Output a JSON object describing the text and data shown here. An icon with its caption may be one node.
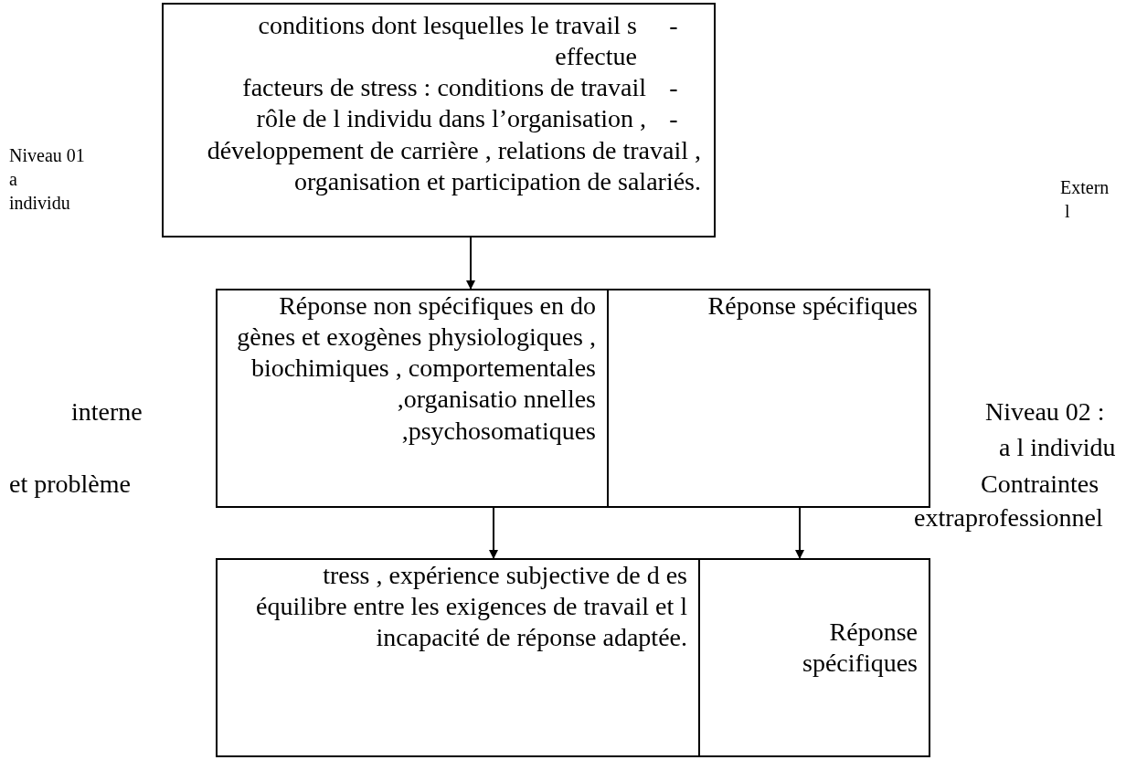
{
  "diagram": {
    "nodes": [
      {
        "text": [
          "conditions dont lesquelles le travail s effectue",
          "-",
          "facteurs de stress : conditions de travail",
          "-",
          "rôle de l individu dans l’organisation ,",
          "-",
          "développement de carrière , relations de travail , organisation et participation de salariés."
        ]
      },
      {
        "text": [
          "Réponse non spécifiques en do gènes et exogènes physiologiques , biochimiques , comportementales ,organisatio nnelles ,psychosomatiques"
        ]
      },
      {
        "text": [
          "Réponse spécifiques"
        ]
      },
      {
        "text": [
          "tress , expérience subjective de d es équilibre entre les exigences de travail et l incapacité de réponse adaptée."
        ]
      },
      {
        "text": [
          "Réponse spécifiques"
        ]
      }
    ],
    "edges": [
      {
        "from": 0,
        "to": 1,
        "arrow": "to"
      },
      {
        "from": 1,
        "to": 3,
        "arrow": "to"
      },
      {
        "from": 2,
        "to": 4,
        "arrow": "to"
      }
    ],
    "labels": [
      "Niveau 01",
      "a",
      "individu",
      "Extern",
      "l",
      "interne",
      "et problème",
      "Niveau 02 :",
      "a l individu",
      "Contraintes",
      "extraprofessionnel"
    ]
  }
}
